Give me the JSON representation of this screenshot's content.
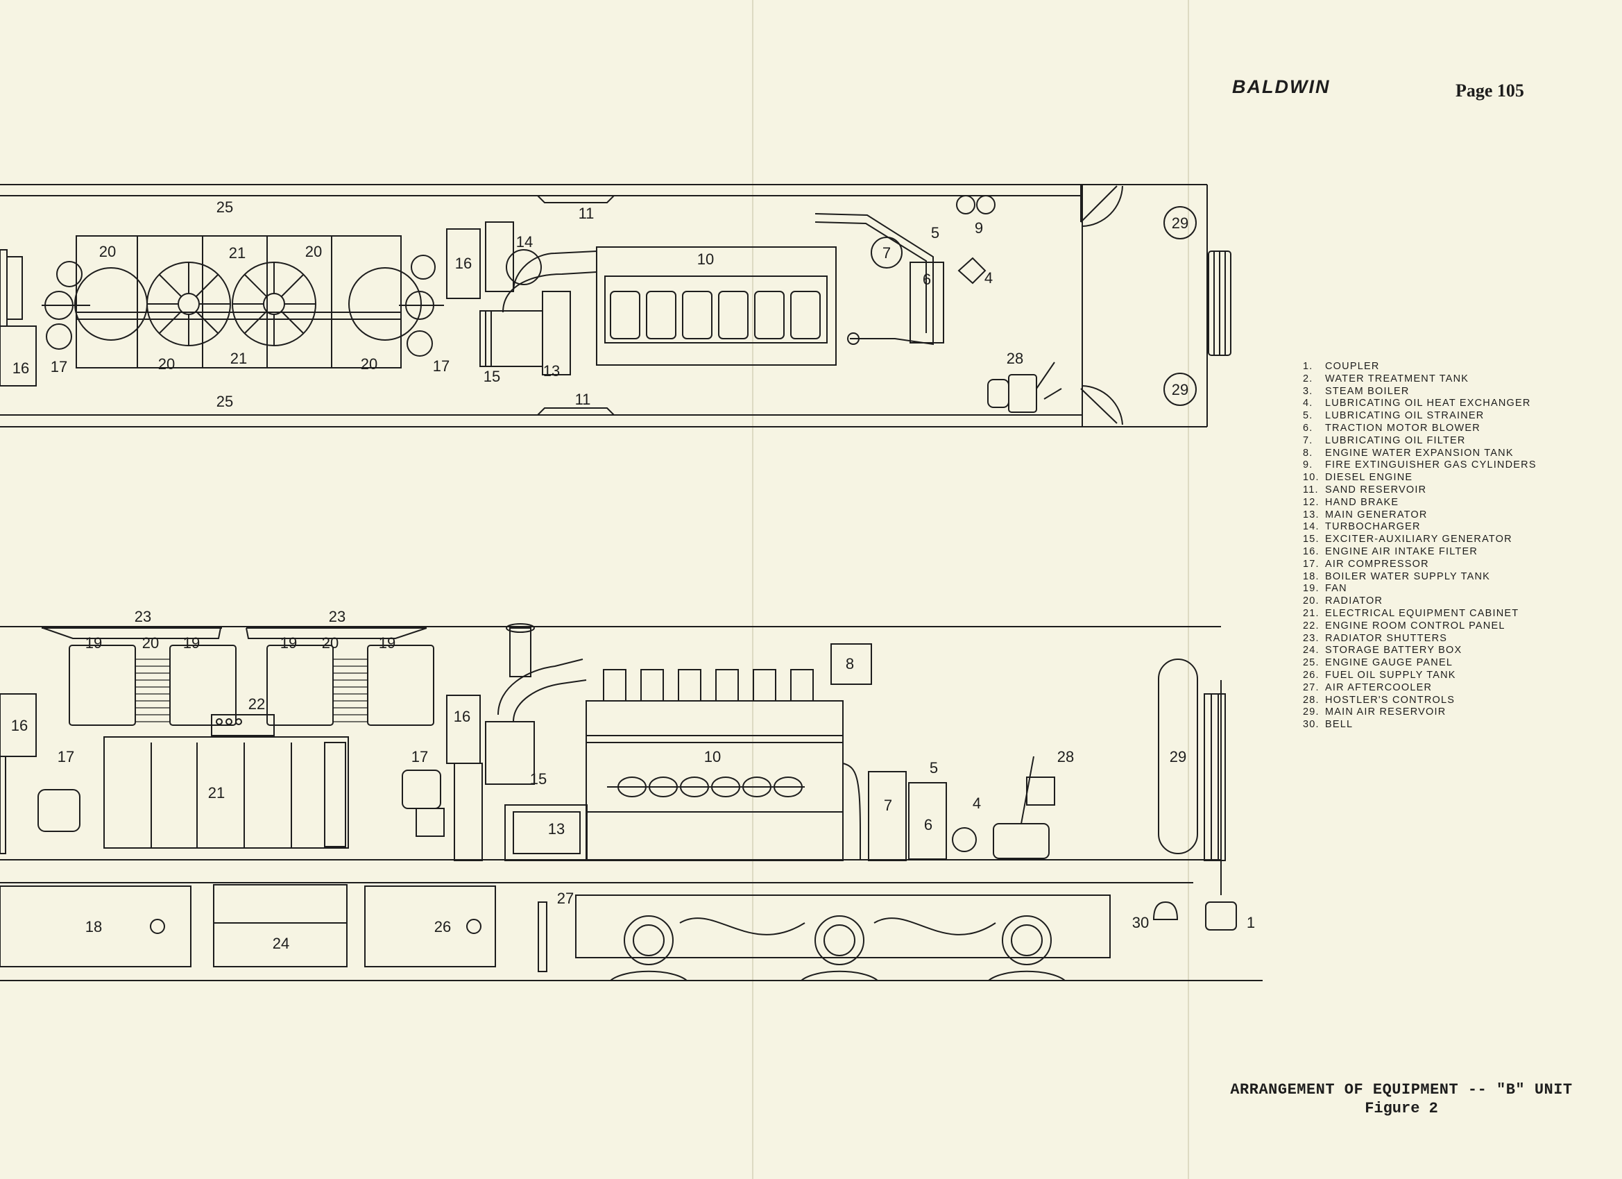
{
  "header": {
    "brand": "BALDWIN",
    "page": "Page 105"
  },
  "plan_view": {
    "callouts": {
      "c25_top": "25",
      "c25_bottom": "25",
      "c11_top": "11",
      "c11_bottom": "11",
      "c20_a": "20",
      "c21_a": "21",
      "c20_b": "20",
      "c20_c": "20",
      "c21_b": "21",
      "c20_d": "20",
      "c16_right": "16",
      "c16_left": "16",
      "c17_left": "17",
      "c17_right": "17",
      "c14": "14",
      "c10": "10",
      "c15": "15",
      "c13": "13",
      "c7": "7",
      "c5": "5",
      "c9": "9",
      "c6": "6",
      "c4": "4",
      "c28": "28",
      "c29_top": "29",
      "c29_bottom": "29"
    }
  },
  "side_view": {
    "callouts": {
      "c23_a": "23",
      "c23_b": "23",
      "c19_a": "19",
      "c20_a": "20",
      "c19_b": "19",
      "c19_c": "19",
      "c20_b": "20",
      "c19_d": "19",
      "c22": "22",
      "c16_left": "16",
      "c16_right": "16",
      "c17_left": "17",
      "c17_right": "17",
      "c21": "21",
      "c8": "8",
      "c10": "10",
      "c15": "15",
      "c13": "13",
      "c7": "7",
      "c5": "5",
      "c6": "6",
      "c4": "4",
      "c28": "28",
      "c29": "29",
      "c18": "18",
      "c24": "24",
      "c26": "26",
      "c27": "27",
      "c30": "30",
      "c1": "1"
    }
  },
  "legend": [
    {
      "num": "1.",
      "label": "COUPLER"
    },
    {
      "num": "2.",
      "label": "WATER TREATMENT TANK"
    },
    {
      "num": "3.",
      "label": "STEAM BOILER"
    },
    {
      "num": "4.",
      "label": "LUBRICATING OIL HEAT EXCHANGER"
    },
    {
      "num": "5.",
      "label": "LUBRICATING OIL STRAINER"
    },
    {
      "num": "6.",
      "label": "TRACTION MOTOR BLOWER"
    },
    {
      "num": "7.",
      "label": "LUBRICATING OIL FILTER"
    },
    {
      "num": "8.",
      "label": "ENGINE WATER EXPANSION TANK"
    },
    {
      "num": "9.",
      "label": "FIRE EXTINGUISHER GAS CYLINDERS"
    },
    {
      "num": "10.",
      "label": "DIESEL ENGINE"
    },
    {
      "num": "11.",
      "label": "SAND RESERVOIR"
    },
    {
      "num": "12.",
      "label": "HAND BRAKE"
    },
    {
      "num": "13.",
      "label": "MAIN GENERATOR"
    },
    {
      "num": "14.",
      "label": "TURBOCHARGER"
    },
    {
      "num": "15.",
      "label": "EXCITER-AUXILIARY GENERATOR"
    },
    {
      "num": "16.",
      "label": "ENGINE AIR INTAKE FILTER"
    },
    {
      "num": "17.",
      "label": "AIR COMPRESSOR"
    },
    {
      "num": "18.",
      "label": "BOILER WATER SUPPLY TANK"
    },
    {
      "num": "19.",
      "label": "FAN"
    },
    {
      "num": "20.",
      "label": "RADIATOR"
    },
    {
      "num": "21.",
      "label": "ELECTRICAL EQUIPMENT CABINET"
    },
    {
      "num": "22.",
      "label": "ENGINE ROOM CONTROL PANEL"
    },
    {
      "num": "23.",
      "label": "RADIATOR SHUTTERS"
    },
    {
      "num": "24.",
      "label": "STORAGE BATTERY BOX"
    },
    {
      "num": "25.",
      "label": "ENGINE GAUGE PANEL"
    },
    {
      "num": "26.",
      "label": "FUEL OIL SUPPLY TANK"
    },
    {
      "num": "27.",
      "label": "AIR AFTERCOOLER"
    },
    {
      "num": "28.",
      "label": "HOSTLER'S CONTROLS"
    },
    {
      "num": "29.",
      "label": "MAIN AIR RESERVOIR"
    },
    {
      "num": "30.",
      "label": "BELL"
    }
  ],
  "caption": {
    "title": "ARRANGEMENT OF EQUIPMENT -- \"B\" UNIT",
    "figure": "Figure 2"
  }
}
